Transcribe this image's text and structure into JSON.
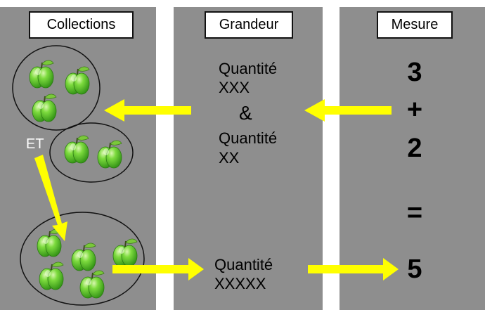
{
  "headers": {
    "collections": "Collections",
    "grandeur": "Grandeur",
    "mesure": "Mesure"
  },
  "grandeur": {
    "q1_label": "Quantité",
    "q1_marks": "XXX",
    "and_symbol": "&",
    "q2_label": "Quantité",
    "q2_marks": "XX",
    "q3_label": "Quantité",
    "q3_marks": "XXXXX"
  },
  "mesure": {
    "a": "3",
    "plus": "+",
    "b": "2",
    "equals": "=",
    "result": "5"
  },
  "collections": {
    "et_label": "ET",
    "group1_count": 3,
    "group2_count": 2,
    "group3_count": 5
  },
  "colors": {
    "panel": "#8e8e8e",
    "arrow": "#ffff00",
    "apple": "#5cc932"
  }
}
